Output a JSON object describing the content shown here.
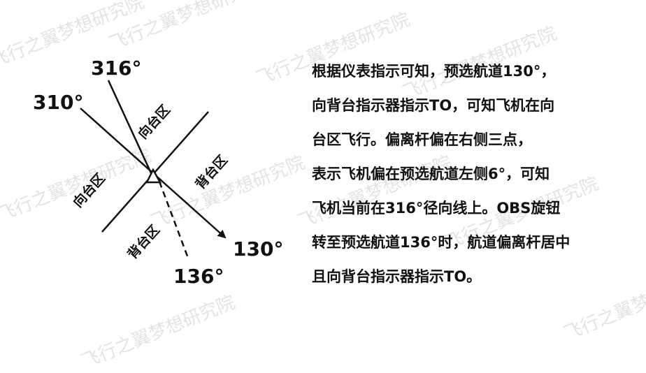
{
  "watermark_text": "飞行之翼梦想研究院",
  "diagram": {
    "radials": {
      "r316": "316°",
      "r310": "310°",
      "r130": "130°",
      "r136": "136°"
    },
    "zones": {
      "to_upper": "向台区",
      "to_left": "向台区",
      "from_right": "背台区",
      "from_lower": "背台区"
    }
  },
  "explanation": {
    "lines": [
      "根据仪表指示可知，预选航道130°，",
      "向背台指示器指示TO，可知飞机在向",
      "台区飞行。偏离杆偏在右侧三点，",
      "表示飞机偏在预选航道左侧6°，可知",
      "飞机当前在316°径向线上。OBS旋钮",
      "转至预选航道136°时，航道偏离杆居中",
      "且向背台指示器指示TO。"
    ]
  }
}
